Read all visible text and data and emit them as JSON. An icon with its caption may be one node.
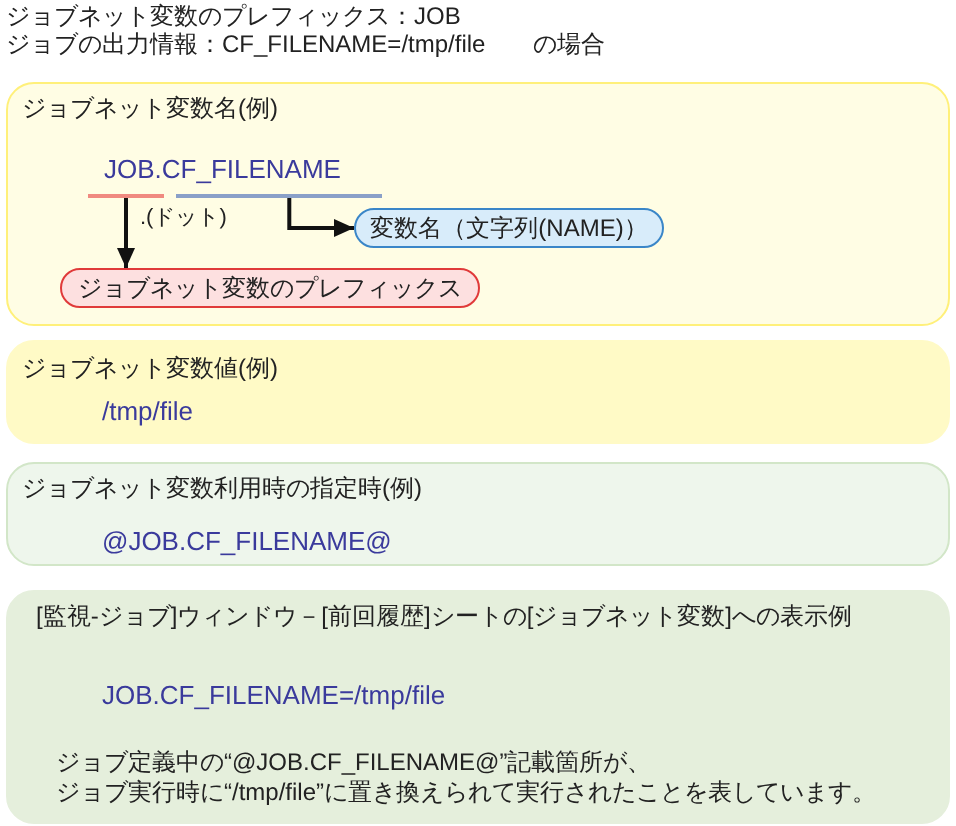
{
  "diagram": {
    "nodes": [
      {
        "text": [
          "ジョブネット変数名(例)",
          "JOB.CF_FILENAME"
        ]
      },
      {
        "text": [],
        "shape": "bar",
        "in": 0
      },
      {
        "text": [],
        "shape": "bar",
        "in": 0
      },
      {
        "text": [
          "変数名（文字列(NAME)）"
        ],
        "in": 0
      },
      {
        "text": [
          "ジョブネット変数のプレフィックス"
        ],
        "in": 0
      },
      {
        "text": [
          "ジョブネット変数値(例)",
          "/tmp/file"
        ]
      },
      {
        "text": [
          "ジョブネット変数利用時の指定時(例)",
          "@JOB.CF_FILENAME@"
        ]
      },
      {
        "text": [
          "[監視-ジョブ]ウィンドウ－[前回履歴]シートの[ジョブネット変数]への表示例",
          "JOB.CF_FILENAME=/tmp/file",
          "ジョブ定義中の“@JOB.CF_FILENAME@”記載箇所が、",
          "ジョブ実行時に“/tmp/file”に置き換えられて実行されたことを表しています。"
        ]
      }
    ],
    "edges": [
      {
        "from": 1,
        "to": 4,
        "arrow": "to"
      },
      {
        "from": 2,
        "to": 3,
        "arrow": "to"
      }
    ],
    "labels": [
      "ジョブネット変数のプレフィックス：JOB",
      "ジョブの出力情報：CF_FILENAME=/tmp/file　　の場合",
      ".(ドット)"
    ]
  }
}
